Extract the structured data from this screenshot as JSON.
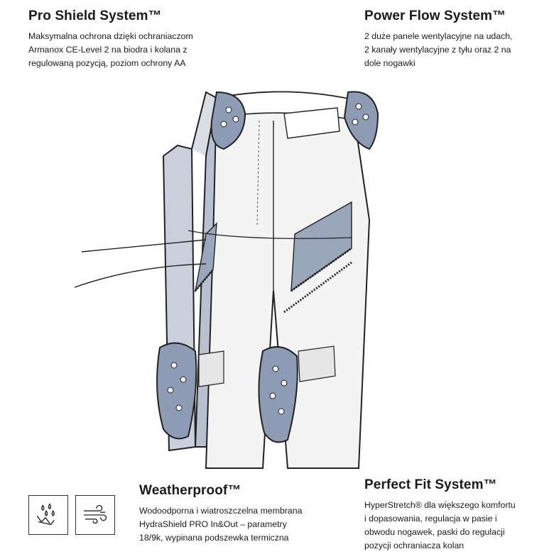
{
  "features": {
    "pro_shield": {
      "title": "Pro Shield System™",
      "text": "Maksymalna ochrona dzięki ochraniaczom\nArmanox CE-Level 2 na biodra i kolana z\nregulowaną pozycją, poziom ochrony AA"
    },
    "power_flow": {
      "title": "Power Flow System™",
      "text": "2 duże panele wentylacyjne na udach,\n2 kanały wentylacyjne z tyłu oraz 2 na\ndole nogawki"
    },
    "weatherproof": {
      "title": "Weatherproof™",
      "text": "Wodoodporna i wiatroszczelna membrana\nHydraShield PRO In&Out – parametry\n18/9k, wypinana podszewka termiczna"
    },
    "perfect_fit": {
      "title": "Perfect Fit System™",
      "text": "HyperStretch® dla większego komfortu\ni dopasowania, regulacja w pasie i\nobwodu nogawek, paski do regulacji\npozycji ochraniacza kolan"
    }
  },
  "icons": {
    "rain": "rain-drops-icon",
    "wind": "wind-icon"
  },
  "colors": {
    "armor": "#8d9cb4",
    "armor_dark": "#6f7f99",
    "mesh": "#9aa6ba",
    "outline": "#222222",
    "pants_fill": "#f4f4f4",
    "liner": "#c9d0dc"
  }
}
